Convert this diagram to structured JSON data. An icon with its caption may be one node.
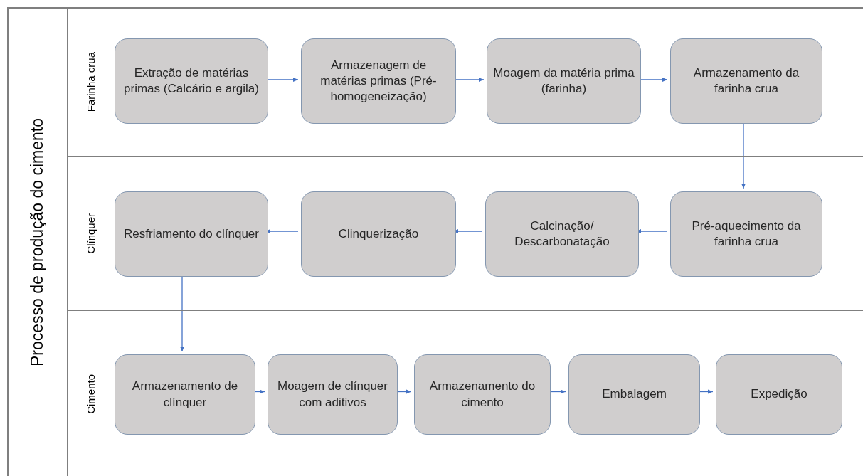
{
  "diagram": {
    "nodes": [
      {
        "text": [
          "Processo de produção do cimento"
        ]
      },
      {
        "text": [
          "Farinha crua"
        ],
        "in": 0
      },
      {
        "text": [
          "Extração de matérias primas (Calcário e argila)"
        ],
        "in": 1
      },
      {
        "text": [
          "Armazenagem de matérias primas (Pré- homogeneização)"
        ],
        "in": 1
      },
      {
        "text": [
          "Moagem da matéria prima (farinha)"
        ],
        "in": 1
      },
      {
        "text": [
          "Armazenamento da farinha crua"
        ],
        "in": 1
      },
      {
        "text": [
          "Clínquer"
        ],
        "in": 0
      },
      {
        "text": [
          "Resfriamento do clínquer"
        ],
        "in": 6
      },
      {
        "text": [
          "Clinquerização"
        ],
        "in": 6
      },
      {
        "text": [
          "Calcinação/ Descarbonatação"
        ],
        "in": 6
      },
      {
        "text": [
          "Pré-aquecimento da farinha crua"
        ],
        "in": 6
      },
      {
        "text": [
          "Cimento"
        ],
        "in": 0
      },
      {
        "text": [
          "Armazenamento de clínquer"
        ],
        "in": 11
      },
      {
        "text": [
          "Moagem de clínquer com aditivos"
        ],
        "in": 11
      },
      {
        "text": [
          "Armazenamento do cimento"
        ],
        "in": 11
      },
      {
        "text": [
          "Embalagem"
        ],
        "in": 11
      },
      {
        "text": [
          "Expedição"
        ],
        "in": 11
      }
    ],
    "edges": [
      {
        "from": 2,
        "to": 3,
        "arrow": "to"
      },
      {
        "from": 3,
        "to": 4,
        "arrow": "to"
      },
      {
        "from": 4,
        "to": 5,
        "arrow": "to"
      },
      {
        "from": 5,
        "to": 10,
        "arrow": "to"
      },
      {
        "from": 10,
        "to": 9,
        "arrow": "to"
      },
      {
        "from": 9,
        "to": 8,
        "arrow": "to"
      },
      {
        "from": 8,
        "to": 7,
        "arrow": "to"
      },
      {
        "from": 7,
        "to": 12,
        "arrow": "to"
      },
      {
        "from": 12,
        "to": 13,
        "arrow": "to"
      },
      {
        "from": 13,
        "to": 14,
        "arrow": "to"
      },
      {
        "from": 14,
        "to": 15,
        "arrow": "to"
      },
      {
        "from": 15,
        "to": 16,
        "arrow": "to"
      }
    ]
  }
}
